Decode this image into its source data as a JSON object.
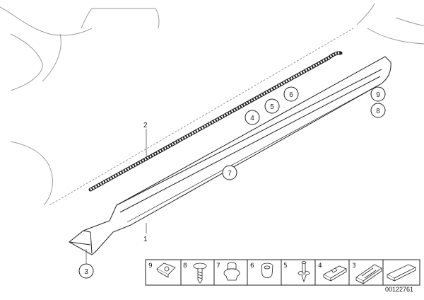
{
  "diagram": {
    "leader_labels": [
      "2",
      "1"
    ],
    "callouts": [
      "3",
      "4",
      "5",
      "6",
      "7",
      "9",
      "8"
    ],
    "legend_numbers": [
      "9",
      "8",
      "7",
      "6",
      "5",
      "4",
      "3"
    ],
    "diagram_id": "00122761"
  }
}
